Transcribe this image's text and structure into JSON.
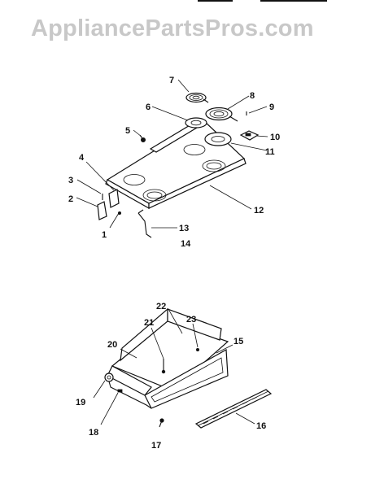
{
  "watermark": "AppliancePartsPros.com",
  "callouts": [
    "1",
    "2",
    "3",
    "4",
    "5",
    "6",
    "7",
    "8",
    "9",
    "10",
    "11",
    "12",
    "13",
    "14",
    "15",
    "16",
    "17",
    "18",
    "19",
    "20",
    "21",
    "22",
    "23"
  ],
  "colors": {
    "watermark": "#c8c8c8",
    "ink": "#111111",
    "background": "#ffffff"
  }
}
